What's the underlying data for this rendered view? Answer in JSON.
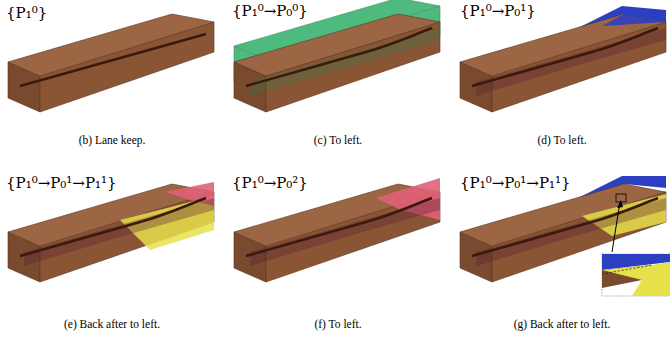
{
  "diagram": {
    "labels": [
      "{P₁⁰}",
      "(b) Lane keep.",
      "{P₁⁰→P₀⁰}",
      "(c) To left.",
      "{P₁⁰→P₀¹}",
      "(d) To left.",
      "{P₁⁰→P₀¹→P₁¹}",
      "(e) Back after to left.",
      "{P₁⁰→P₀²}",
      "(f) To left.",
      "{P₁⁰→P₀¹→P₁¹}",
      "(g) Back after to left."
    ]
  }
}
